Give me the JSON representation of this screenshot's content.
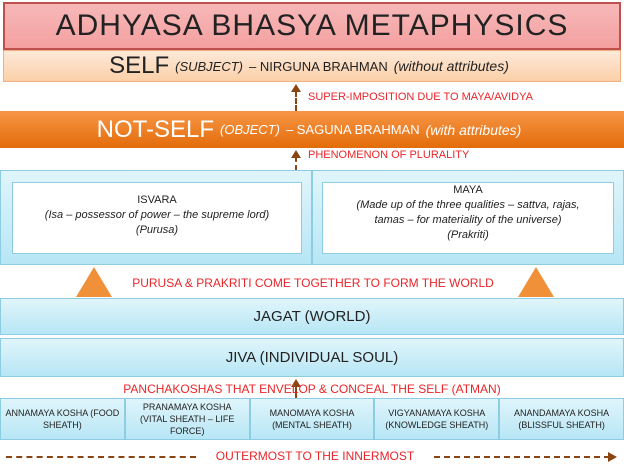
{
  "title": "ADHYASA BHASYA METAPHYSICS",
  "self": {
    "main": "SELF",
    "sub": "(SUBJECT)",
    "rest": "– NIRGUNA BRAHMAN",
    "note": "(without attributes)"
  },
  "label_superimposition": "SUPER-IMPOSITION DUE TO MAYA/AVIDYA",
  "notself": {
    "main": "NOT-SELF",
    "sub": "(OBJECT)",
    "rest": "– SAGUNA BRAHMAN",
    "note": "(with attributes)"
  },
  "label_plurality": "PHENOMENON OF PLURALITY",
  "isvara": {
    "title": "ISVARA",
    "desc": "(Isa – possessor of power – the supreme lord)",
    "tag": "(Purusa)"
  },
  "maya": {
    "title": "MAYA",
    "desc": "(Made up of the three qualities – sattva, rajas, tamas – for materiality of the universe)",
    "tag": "(Prakriti)"
  },
  "label_together": "PURUSA & PRAKRITI COME TOGETHER TO FORM THE WORLD",
  "jagat": "JAGAT (WORLD)",
  "jiva": "JIVA (INDIVIDUAL SOUL)",
  "label_panchakoshas": "PANCHAKOSHAS THAT ENVELOP & CONCEAL THE SELF (ATMAN)",
  "koshas": [
    "ANNAMAYA KOSHA (FOOD SHEATH)",
    "PRANAMAYA KOSHA (VITAL SHEATH – LIFE FORCE)",
    "MANOMAYA KOSHA (MENTAL SHEATH)",
    "VIGYANAMAYA KOSHA (KNOWLEDGE SHEATH)",
    "ANANDAMAYA KOSHA (BLISSFUL SHEATH)"
  ],
  "label_direction": "OUTERMOST TO THE INNERMOST"
}
